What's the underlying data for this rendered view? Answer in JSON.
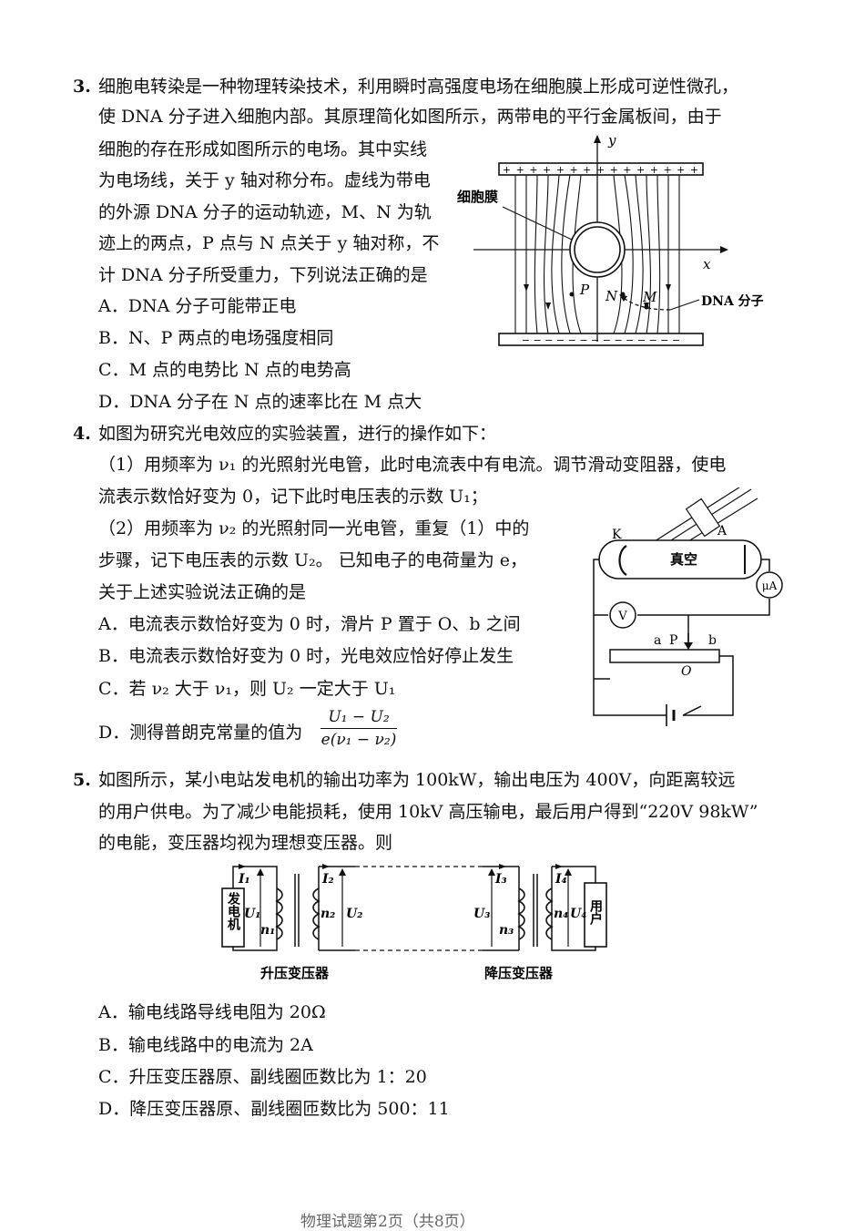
{
  "q3": {
    "number": "3.",
    "stem_lines": [
      "细胞电转染是一种物理转染技术，利用瞬时高强度电场在细胞膜上形成可逆性微孔，",
      "使 DNA 分子进入细胞内部。其原理简化如图所示，两带电的平行金属板间，由于",
      "细胞的存在形成如图所示的电场。其中实线",
      "为电场线，关于 y 轴对称分布。虚线为带电",
      "的外源 DNA 分子的运动轨迹，M、N 为轨",
      "迹上的两点，P 点与 N 点关于 y 轴对称，不",
      "计 DNA 分子所受重力，下列说法正确的是"
    ],
    "options": [
      "A．DNA 分子可能带正电",
      "B．N、P 两点的电场强度相同",
      "C．M 点的电势比 N 点的电势高",
      "D．DNA 分子在 N 点的速率比在 M 点大"
    ],
    "figure": {
      "axis_y": "y",
      "axis_x": "x",
      "label_membrane": "细胞膜",
      "label_P": "P",
      "label_N": "N",
      "label_M": "M",
      "label_dna": "DNA 分子",
      "top_plate": "+ + + + + + + + + + + + + + +",
      "bottom_plate": "− − − − − − − − − − − − − −"
    }
  },
  "q4": {
    "number": "4.",
    "stem_lines": [
      "如图为研究光电效应的实验装置，进行的操作如下：",
      "（1）用频率为 ν₁ 的光照射光电管，此时电流表中有电流。调节滑动变阻器，使电",
      "流表示数恰好变为 0，记下此时电压表的示数 U₁；",
      "（2）用频率为 ν₂ 的光照射同一光电管，重复（1）中的",
      "步骤，记下电压表的示数 U₂。 已知电子的电荷量为 e，",
      "关于上述实验说法正确的是"
    ],
    "options": [
      "A．电流表示数恰好变为 0 时，滑片 P 置于 O、b 之间",
      "B．电流表示数恰好变为 0 时，光电效应恰好停止发生",
      "C．若 ν₂ 大于 ν₁，则 U₂ 一定大于 U₁",
      "D．测得普朗克常量的值为"
    ],
    "option_d_fraction": {
      "numerator": "U₁ − U₂",
      "denominator": "e(ν₁ − ν₂)"
    },
    "figure": {
      "label_K": "K",
      "label_A": "A",
      "label_vacuum": "真空",
      "label_uA": "μA",
      "label_V": "V",
      "label_a": "a",
      "label_P": "P",
      "label_b": "b",
      "label_O": "O"
    }
  },
  "q5": {
    "number": "5.",
    "stem_lines": [
      "如图所示，某小电站发电机的输出功率为 100kW，输出电压为 400V，向距离较远",
      "的用户供电。为了减少电能损耗，使用 10kV 高压输电，最后用户得到“220V 98kW”",
      "的电能，变压器均视为理想变压器。则"
    ],
    "options": [
      "A．输电线路导线电阻为 20Ω",
      "B．输电线路中的电流为 2A",
      "C．升压变压器原、副线圈匝数比为 1：20",
      "D．降压变压器原、副线圈匝数比为 500：11"
    ],
    "figure": {
      "label_generator": "发电机",
      "label_user": "用户",
      "label_I1": "I₁",
      "label_I2": "I₂",
      "label_I3": "I₃",
      "label_I4": "I₄",
      "label_U1": "U₁",
      "label_U2": "U₂",
      "label_U3": "U₃",
      "label_U4": "U₄",
      "label_n1": "n₁",
      "label_n2": "n₂",
      "label_n3": "n₃",
      "label_n4": "n₄",
      "label_step_up": "升压变压器",
      "label_step_down": "降压变压器"
    }
  },
  "footer": {
    "text": "物理试题第2页（共8页）"
  }
}
